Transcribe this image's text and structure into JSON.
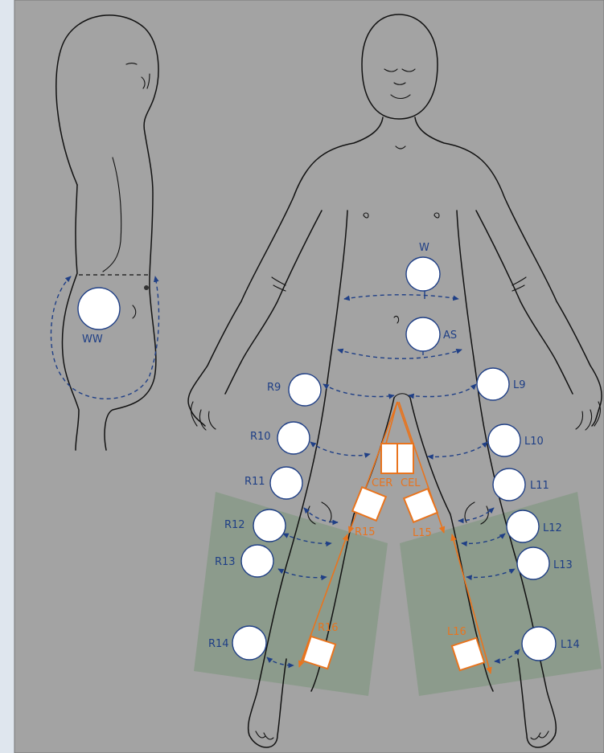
{
  "diagram": {
    "background": "#a3a3a3",
    "zone_color": "#8a9a8a",
    "marker_color": "#1f3f86",
    "orange_color": "#e8741e",
    "sites": {
      "W": "W",
      "WW": "WW",
      "AS": "AS",
      "R9": "R9",
      "L9": "L9",
      "R10": "R10",
      "L10": "L10",
      "R11": "R11",
      "L11": "L11",
      "R12": "R12",
      "L12": "L12",
      "R13": "R13",
      "L13": "L13",
      "R14": "R14",
      "L14": "L14",
      "CER": "CER",
      "CEL": "CEL",
      "R15": "R15",
      "L15": "L15",
      "R16": "R16",
      "L16": "L16"
    }
  }
}
